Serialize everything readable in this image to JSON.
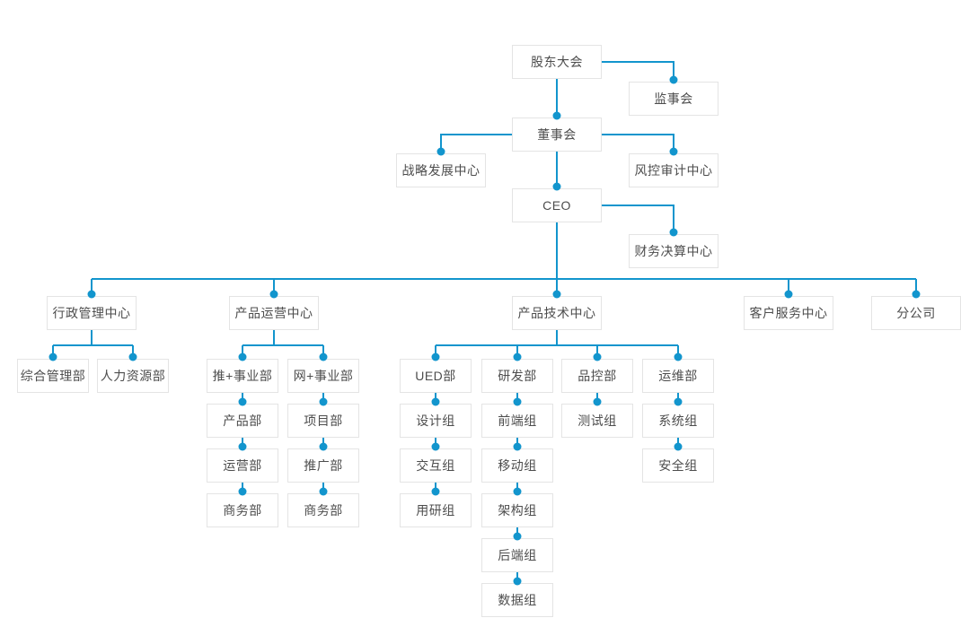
{
  "colors": {
    "line": "#1295cd",
    "node_border": "#e4e4e4",
    "node_text": "#4d4d4d",
    "background": "#ffffff"
  },
  "nodes": {
    "shareholders_meeting": {
      "label": "股东大会"
    },
    "supervisory_board": {
      "label": "监事会"
    },
    "board_of_directors": {
      "label": "董事会"
    },
    "strategy_center": {
      "label": "战略发展中心"
    },
    "risk_audit_center": {
      "label": "风控审计中心"
    },
    "ceo": {
      "label": "CEO"
    },
    "finance_center": {
      "label": "财务决算中心"
    },
    "admin_center": {
      "label": "行政管理中心"
    },
    "product_operation_center": {
      "label": "产品运营中心"
    },
    "product_tech_center": {
      "label": "产品技术中心"
    },
    "customer_service_center": {
      "label": "客户服务中心"
    },
    "branch_company": {
      "label": "分公司"
    },
    "general_mgmt_dept": {
      "label": "综合管理部"
    },
    "hr_dept": {
      "label": "人力资源部"
    },
    "tui_business_dept": {
      "label": "推+事业部"
    },
    "wang_business_dept": {
      "label": "网+事业部"
    },
    "ued_dept": {
      "label": "UED部"
    },
    "rnd_dept": {
      "label": "研发部"
    },
    "quality_dept": {
      "label": "品控部"
    },
    "ops_dept": {
      "label": "运维部"
    },
    "product_dept": {
      "label": "产品部"
    },
    "project_dept": {
      "label": "项目部"
    },
    "design_group": {
      "label": "设计组"
    },
    "frontend_group": {
      "label": "前端组"
    },
    "testing_group": {
      "label": "测试组"
    },
    "system_group": {
      "label": "系统组"
    },
    "operation_dept": {
      "label": "运营部"
    },
    "promotion_dept": {
      "label": "推广部"
    },
    "interaction_group": {
      "label": "交互组"
    },
    "mobile_group": {
      "label": "移动组"
    },
    "security_group": {
      "label": "安全组"
    },
    "business_dept_tui": {
      "label": "商务部"
    },
    "business_dept_wang": {
      "label": "商务部"
    },
    "user_research_group": {
      "label": "用研组"
    },
    "architecture_group": {
      "label": "架构组"
    },
    "backend_group": {
      "label": "后端组"
    },
    "data_group": {
      "label": "数据组"
    }
  },
  "hierarchy": {
    "label": "股东大会",
    "children": [
      {
        "label": "监事会"
      },
      {
        "label": "董事会",
        "children": [
          {
            "label": "战略发展中心"
          },
          {
            "label": "风控审计中心"
          },
          {
            "label": "CEO",
            "children": [
              {
                "label": "财务决算中心"
              },
              {
                "label": "行政管理中心",
                "children": [
                  {
                    "label": "综合管理部"
                  },
                  {
                    "label": "人力资源部"
                  }
                ]
              },
              {
                "label": "产品运营中心",
                "children": [
                  {
                    "label": "推+事业部",
                    "children": [
                      {
                        "label": "产品部"
                      },
                      {
                        "label": "运营部"
                      },
                      {
                        "label": "商务部"
                      }
                    ]
                  },
                  {
                    "label": "网+事业部",
                    "children": [
                      {
                        "label": "项目部"
                      },
                      {
                        "label": "推广部"
                      },
                      {
                        "label": "商务部"
                      }
                    ]
                  }
                ]
              },
              {
                "label": "产品技术中心",
                "children": [
                  {
                    "label": "UED部",
                    "children": [
                      {
                        "label": "设计组"
                      },
                      {
                        "label": "交互组"
                      },
                      {
                        "label": "用研组"
                      }
                    ]
                  },
                  {
                    "label": "研发部",
                    "children": [
                      {
                        "label": "前端组"
                      },
                      {
                        "label": "移动组"
                      },
                      {
                        "label": "架构组"
                      },
                      {
                        "label": "后端组"
                      },
                      {
                        "label": "数据组"
                      }
                    ]
                  },
                  {
                    "label": "品控部",
                    "children": [
                      {
                        "label": "测试组"
                      }
                    ]
                  },
                  {
                    "label": "运维部",
                    "children": [
                      {
                        "label": "系统组"
                      },
                      {
                        "label": "安全组"
                      }
                    ]
                  }
                ]
              },
              {
                "label": "客户服务中心"
              },
              {
                "label": "分公司"
              }
            ]
          }
        ]
      }
    ]
  }
}
